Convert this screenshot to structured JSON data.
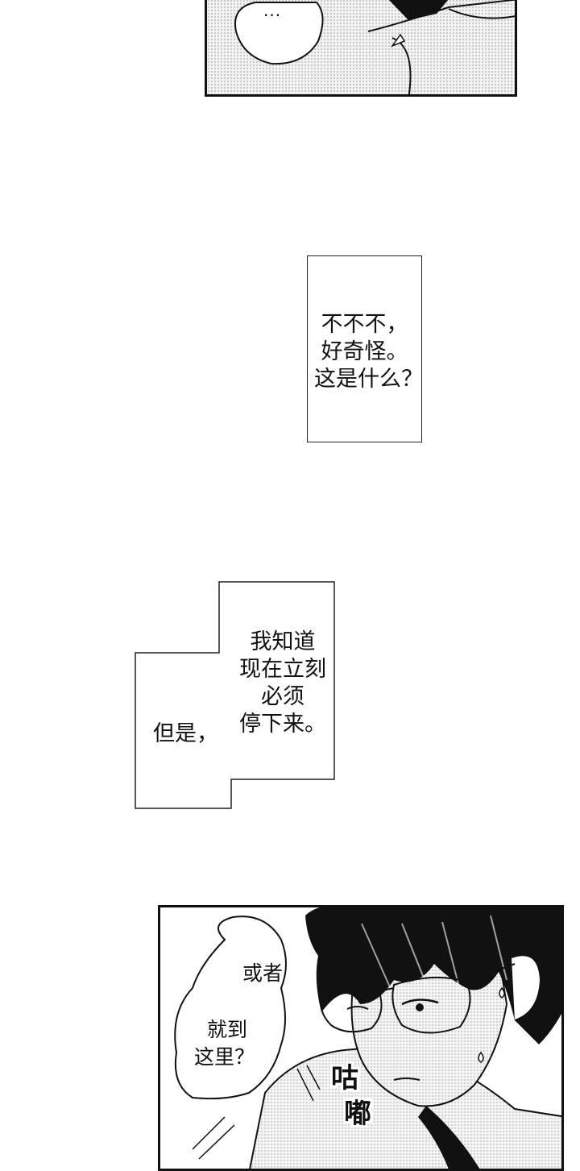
{
  "panels": {
    "top": {
      "bubble_text": "···"
    },
    "narration_1": {
      "lines": [
        "不不不，",
        "好奇怪。",
        "这是什么？"
      ]
    },
    "narration_2": {
      "right_lines": [
        "我知道",
        "现在立刻",
        "必须",
        "停下来。"
      ],
      "left_line": "但是，"
    },
    "bottom": {
      "bubble_lines": [
        "或者",
        "就到",
        "这里？"
      ],
      "sfx_lines": [
        "咕",
        "嘟"
      ]
    }
  },
  "colors": {
    "ink": "#111111",
    "screentone": "#bdbdbd",
    "paper": "#ffffff"
  }
}
